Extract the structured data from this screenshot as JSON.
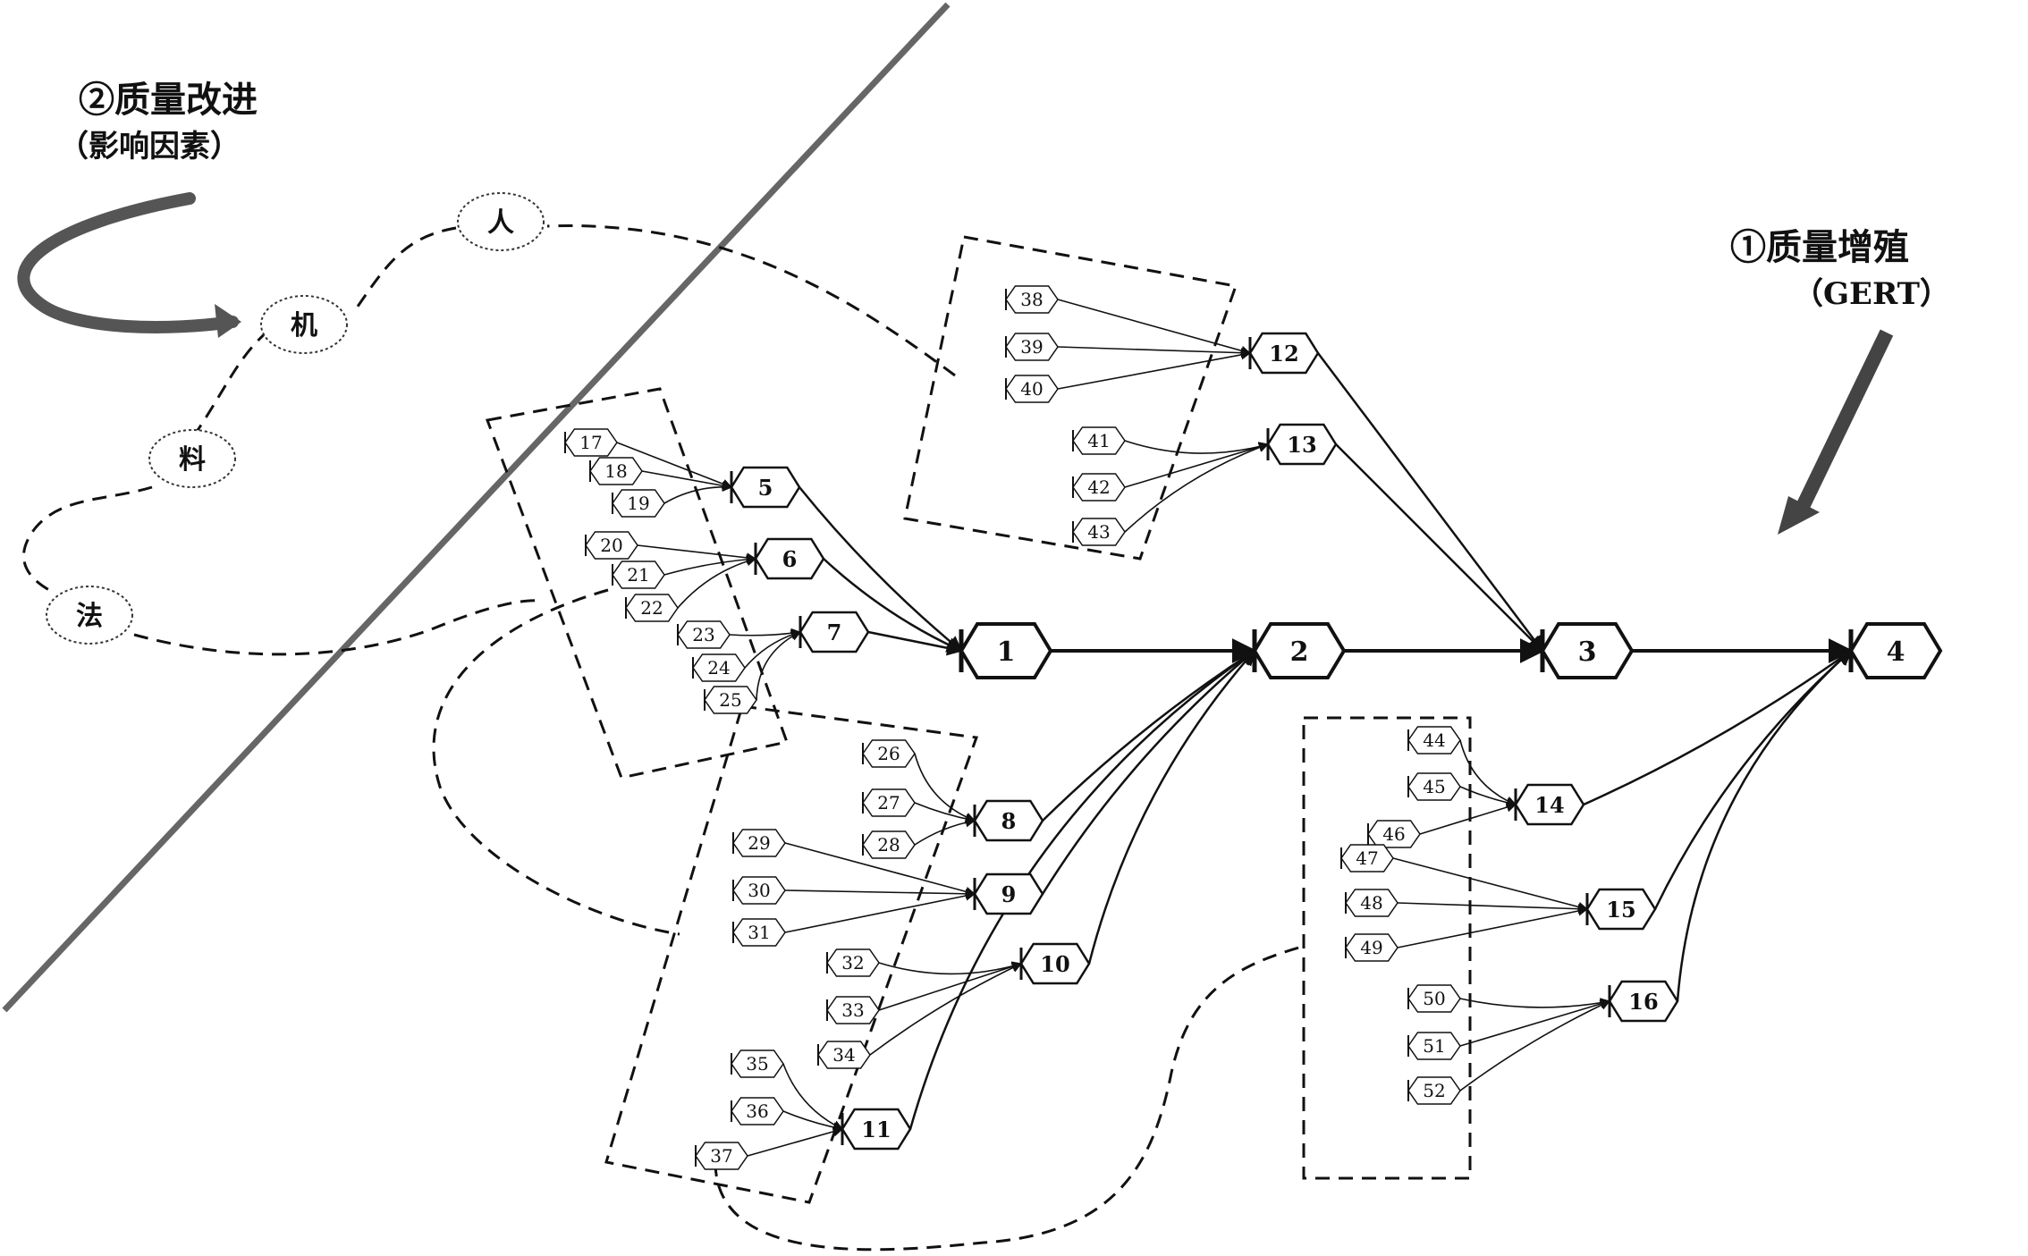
{
  "labels": {
    "quality_improvement": "②质量改进",
    "influence_factors": "（影响因素）",
    "quality_growth": "①质量增殖",
    "gert": "（GERT）"
  },
  "factor_circles": [
    {
      "id": "ren",
      "text": "人"
    },
    {
      "id": "ji",
      "text": "机"
    },
    {
      "id": "liao",
      "text": "料"
    },
    {
      "id": "fa",
      "text": "法"
    }
  ],
  "nodes": {
    "main": [
      "1",
      "2",
      "3",
      "4"
    ],
    "mid": [
      "5",
      "6",
      "7",
      "8",
      "9",
      "10",
      "11",
      "12",
      "13",
      "14",
      "15",
      "16"
    ],
    "small": [
      "17",
      "18",
      "19",
      "20",
      "21",
      "22",
      "23",
      "24",
      "25",
      "26",
      "27",
      "28",
      "29",
      "30",
      "31",
      "32",
      "33",
      "34",
      "35",
      "36",
      "37",
      "38",
      "39",
      "40",
      "41",
      "42",
      "43",
      "44",
      "45",
      "46",
      "47",
      "48",
      "49",
      "50",
      "51",
      "52"
    ]
  },
  "colors": {
    "ink": "#111111",
    "divider": "#666666",
    "arrow": "#555555"
  }
}
